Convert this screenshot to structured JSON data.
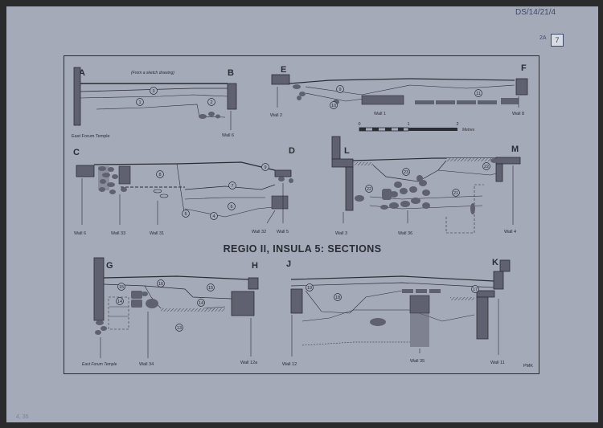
{
  "title": "REGIO II, INSULA 5: SECTIONS",
  "archive_ref": "DS/14/21/4",
  "sheet_number": "7",
  "small_mark": "2A",
  "corner_note": "4, 35",
  "initials": "PMK",
  "scale": {
    "ticks": [
      "0",
      "1",
      "2"
    ],
    "unit": "Metres"
  },
  "sections": {
    "ab": {
      "left": "A",
      "right": "B",
      "note": "(From a sketch drawing)",
      "layers": [
        "3",
        "1",
        "2"
      ],
      "walls": [
        "East Forum Temple",
        "Wall 6"
      ]
    },
    "ef": {
      "left": "E",
      "right": "F",
      "layers": [
        "9",
        "10",
        "11"
      ],
      "walls": [
        "Wall 2",
        "Wall 1",
        "Wall 8"
      ]
    },
    "cd": {
      "left": "C",
      "right": "D",
      "layers": [
        "8",
        "9",
        "7",
        "6",
        "5",
        "4"
      ],
      "walls": [
        "Wall 6",
        "Wall 33",
        "Wall 31",
        "Wall 32",
        "Wall 5"
      ]
    },
    "lm": {
      "left": "L",
      "right": "M",
      "layers": [
        "23",
        "22",
        "21",
        "22"
      ],
      "walls": [
        "Wall 3",
        "Wall 36",
        "Wall 4"
      ]
    },
    "gh": {
      "left": "G",
      "right": "H",
      "layers": [
        "16",
        "15",
        "15",
        "14",
        "14",
        "13"
      ],
      "walls": [
        "East Forum Temple",
        "Wall 34",
        "Wall 12a"
      ]
    },
    "jk": {
      "left": "J",
      "right": "K",
      "layers": [
        "19",
        "18",
        "17"
      ],
      "walls": [
        "Wall 12",
        "Wall 35",
        "Wall 11"
      ]
    }
  }
}
